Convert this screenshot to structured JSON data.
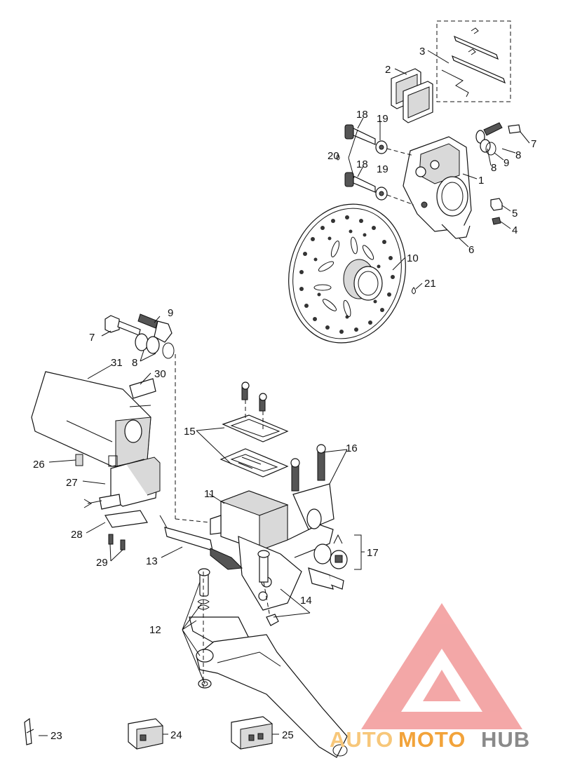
{
  "callouts": {
    "c1": "1",
    "c2": "2",
    "c3": "3",
    "c4": "4",
    "c5": "5",
    "c6": "6",
    "c7a": "7",
    "c7b": "7",
    "c8a": "8",
    "c8b": "8",
    "c8c": "8",
    "c9a": "9",
    "c9b": "9",
    "c10": "10",
    "c11": "11",
    "c12": "12",
    "c13": "13",
    "c14": "14",
    "c15": "15",
    "c16": "16",
    "c17": "17",
    "c18a": "18",
    "c18b": "18",
    "c19a": "19",
    "c19b": "19",
    "c20": "20",
    "c21": "21",
    "c23": "23",
    "c24": "24",
    "c25": "25",
    "c26": "26",
    "c27": "27",
    "c28": "28",
    "c29": "29",
    "c30": "30",
    "c31": "31"
  },
  "watermark": {
    "word_a": "AUTO",
    "word_b": "MOTO",
    "word_c": "HUB",
    "color_light": "#f7c77a",
    "color_orange": "#f2a33a",
    "color_dark": "#8a8a8a",
    "logo_color": "#f08a8a"
  }
}
